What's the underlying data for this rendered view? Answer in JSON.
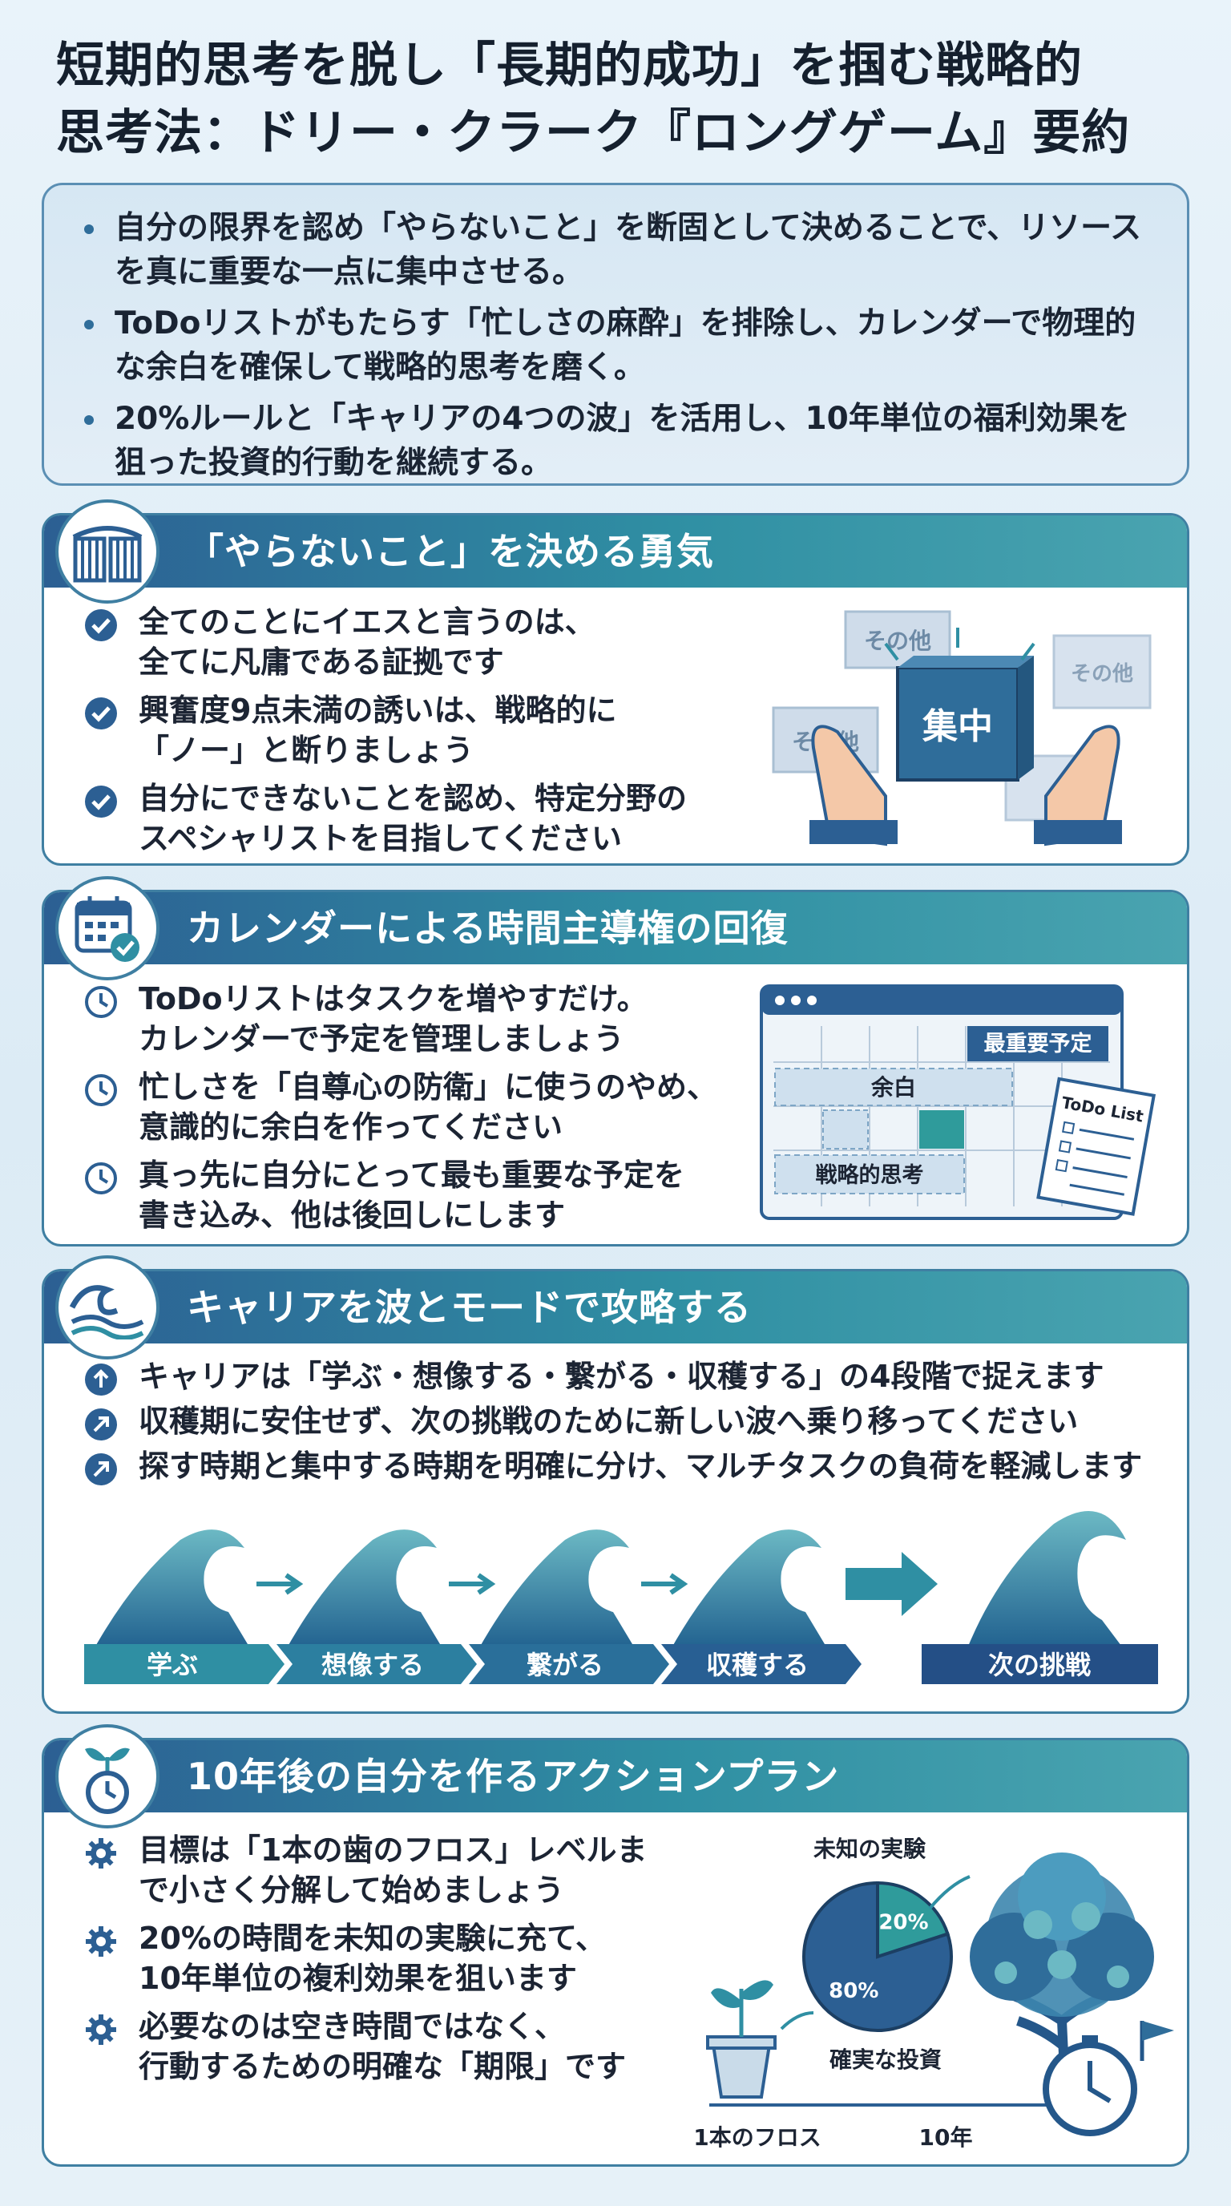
{
  "title": {
    "line1": "短期的思考を脱し「長期的成功」を掴む戦略的",
    "line2": "思考法：ドリー・クラーク『ロングゲーム』要約"
  },
  "summary": {
    "bullets": [
      "自分の限界を認め「やらないこと」を断固として決めることで、リソースを真に重要な一点に集中させる。",
      "ToDoリストがもたらす「忙しさの麻酔」を排除し、カレンダーで物理的な余白を確保して戦略的思考を磨く。",
      "20%ルールと「キャリアの4つの波」を活用し、10年単位の福利効果を狙った投資的行動を継続する。"
    ]
  },
  "sections": [
    {
      "title": "「やらないこと」を決める勇気",
      "icon": "gate-icon",
      "item_icon": "check-circle-icon",
      "items": [
        [
          "全てのことにイエスと言うのは、",
          "全てに凡庸である証拠です"
        ],
        [
          "興奮度9点未満の誘いは、戦略的に",
          "「ノー」と断りましょう"
        ],
        [
          "自分にできないことを認め、特定分野の",
          "スペシャリストを目指してください"
        ]
      ],
      "illustration": {
        "center": "集中",
        "others": [
          "その他",
          "その他",
          "その他"
        ]
      }
    },
    {
      "title": "カレンダーによる時間主導権の回復",
      "icon": "calendar-check-icon",
      "item_icon": "clock-icon",
      "items": [
        [
          "ToDoリストはタスクを増やすだけ。",
          "カレンダーで予定を管理しましょう"
        ],
        [
          "忙しさを「自尊心の防衛」に使うのやめ、",
          "意識的に余白を作ってください"
        ],
        [
          "真っ先に自分にとって最も重要な予定を",
          "書き込み、他は後回しにします"
        ]
      ],
      "illustration": {
        "top": "最重要予定",
        "middle": "余白",
        "bottom": "戦略的思考",
        "list": "ToDo List"
      }
    },
    {
      "title": "キャリアを波とモードで攻略する",
      "icon": "wave-icon",
      "items": [
        [
          "キャリアは「学ぶ・想像する・繋がる・収穫する」の4段階で捉えます"
        ],
        [
          "収穫期に安住せず、次の挑戦のために新しい波へ乗り移ってください"
        ],
        [
          "探す時期と集中する時期を明確に分け、マルチタスクの負荷を軽減します"
        ]
      ],
      "item_icons": [
        "arrow-up-circle-icon",
        "arrow-up-right-circle-icon",
        "arrow-up-right-circle-icon"
      ],
      "waves": [
        "学ぶ",
        "想像する",
        "繋がる",
        "収穫する",
        "次の挑戦"
      ]
    },
    {
      "title": "10年後の自分を作るアクションプラン",
      "icon": "sprout-clock-icon",
      "item_icon": "gear-icon",
      "items": [
        [
          "目標は「1本の歯のフロス」レベルま",
          "で小さく分解して始めましょう"
        ],
        [
          "20%の時間を未知の実験に充て、",
          "10年単位の複利効果を狙います"
        ],
        [
          "必要なのは空き時間ではなく、",
          "行動するための明確な「期限」です"
        ]
      ],
      "illustration": {
        "pie_top": "未知の実験",
        "pie_bottom": "確実な投資",
        "left_label": "1本のフロス",
        "right_label": "10年"
      }
    }
  ],
  "chart_data": {
    "type": "pie",
    "categories": [
      "未知の実験",
      "確実な投資"
    ],
    "values": [
      20,
      80
    ],
    "labels": [
      "20%",
      "80%"
    ]
  },
  "colors": {
    "header_start": "#2c5f93",
    "header_end": "#4aa4b0",
    "accent": "#2f6d9a",
    "teal": "#2f8fa3"
  }
}
